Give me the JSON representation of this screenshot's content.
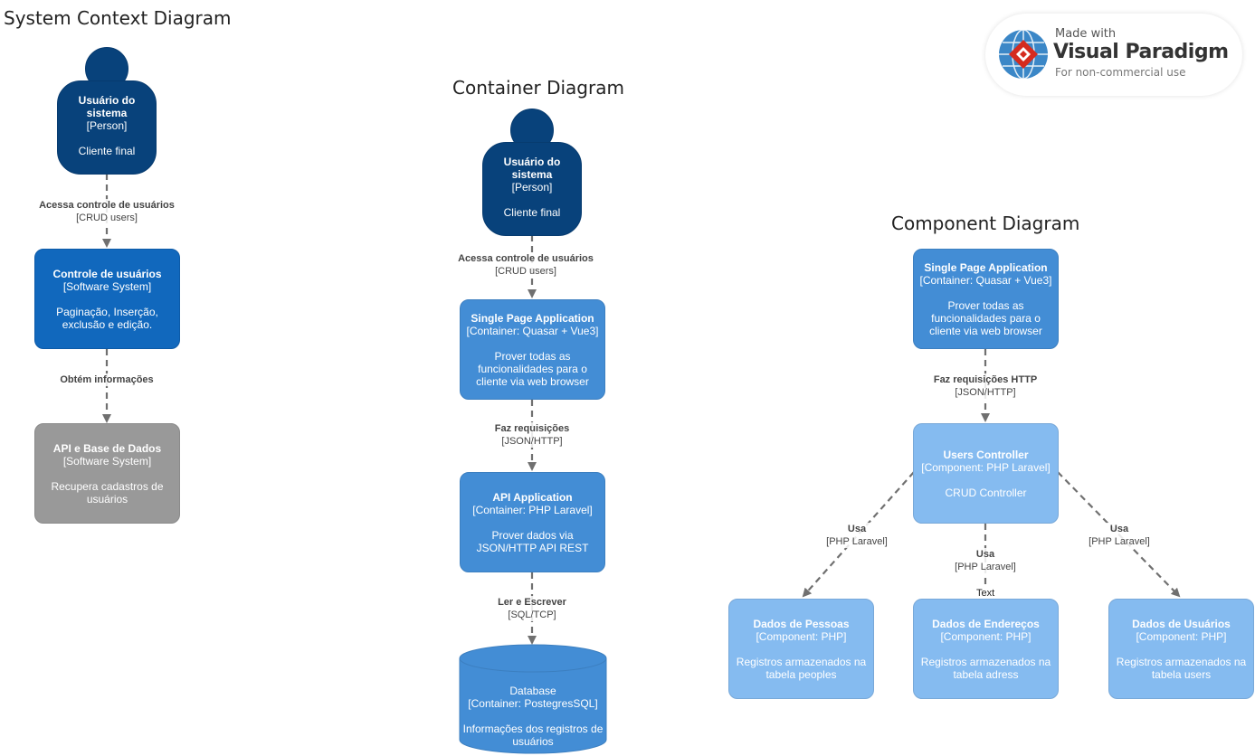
{
  "titles": {
    "context": "System Context Diagram",
    "container": "Container Diagram",
    "component": "Component Diagram"
  },
  "logo": {
    "made": "Made with",
    "brand": "Visual Paradigm",
    "sub": "For non-commercial use"
  },
  "context": {
    "person": {
      "name1": "Usuário do",
      "name2": "sistema",
      "type": "[Person]",
      "desc": "Cliente final"
    },
    "edge1": {
      "label": "Acessa controle de usuários",
      "tech": "[CRUD users]"
    },
    "system": {
      "name": "Controle de usuários",
      "type": "[Software System]",
      "desc1": "Paginação, Inserção,",
      "desc2": "exclusão e edição."
    },
    "edge2": {
      "label": "Obtém informações",
      "tech": ""
    },
    "external": {
      "name": "API e Base de Dados",
      "type": "[Software System]",
      "desc1": "Recupera cadastros de",
      "desc2": "usuários"
    }
  },
  "container": {
    "person": {
      "name1": "Usuário do",
      "name2": "sistema",
      "type": "[Person]",
      "desc": "Cliente final"
    },
    "edge1": {
      "label": "Acessa controle de usuários",
      "tech": "[CRUD users]"
    },
    "spa": {
      "name": "Single Page Application",
      "type": "[Container: Quasar + Vue3]",
      "desc1": "Prover todas as",
      "desc2": "funcionalidades para o",
      "desc3": "cliente via web browser"
    },
    "edge2": {
      "label": "Faz requisições",
      "tech": "[JSON/HTTP]"
    },
    "api": {
      "name": "API Application",
      "type": "[Container: PHP Laravel]",
      "desc1": "Prover dados via",
      "desc2": "JSON/HTTP API REST"
    },
    "edge3": {
      "label": "Ler e Escrever",
      "tech": "[SQL/TCP]"
    },
    "db": {
      "name": "Database",
      "type": "[Container: PostegresSQL]",
      "desc1": "Informações dos registros de",
      "desc2": "usuários"
    }
  },
  "component": {
    "spa": {
      "name": "Single Page Application",
      "type": "[Container: Quasar + Vue3]",
      "desc1": "Prover todas as",
      "desc2": "funcionalidades para o",
      "desc3": "cliente via web browser"
    },
    "edge1": {
      "label": "Faz requisições HTTP",
      "tech": "[JSON/HTTP]"
    },
    "controller": {
      "name": "Users Controller",
      "type": "[Component: PHP Laravel]",
      "desc": "CRUD Controller"
    },
    "edge_left": {
      "label": "Usa",
      "tech": "[PHP Laravel]"
    },
    "edge_mid": {
      "label": "Usa",
      "tech": "[PHP Laravel]"
    },
    "edge_right": {
      "label": "Usa",
      "tech": "[PHP Laravel]"
    },
    "free_text": "Text",
    "pessoas": {
      "name": "Dados de Pessoas",
      "type": "[Component: PHP]",
      "desc1": "Registros armazenados na",
      "desc2": "tabela peoples"
    },
    "enderecos": {
      "name": "Dados de Endereços",
      "type": "[Component: PHP]",
      "desc1": "Registros armazenados na",
      "desc2": "tabela adress"
    },
    "usuarios": {
      "name": "Dados de Usuários",
      "type": "[Component: PHP]",
      "desc1": "Registros armazenados na",
      "desc2": "tabela users"
    }
  },
  "colors": {
    "person": "#08427b",
    "system": "#1168bd",
    "external": "#999999",
    "container": "#438dd5",
    "component": "#85bbf0",
    "edge": "#707070"
  }
}
